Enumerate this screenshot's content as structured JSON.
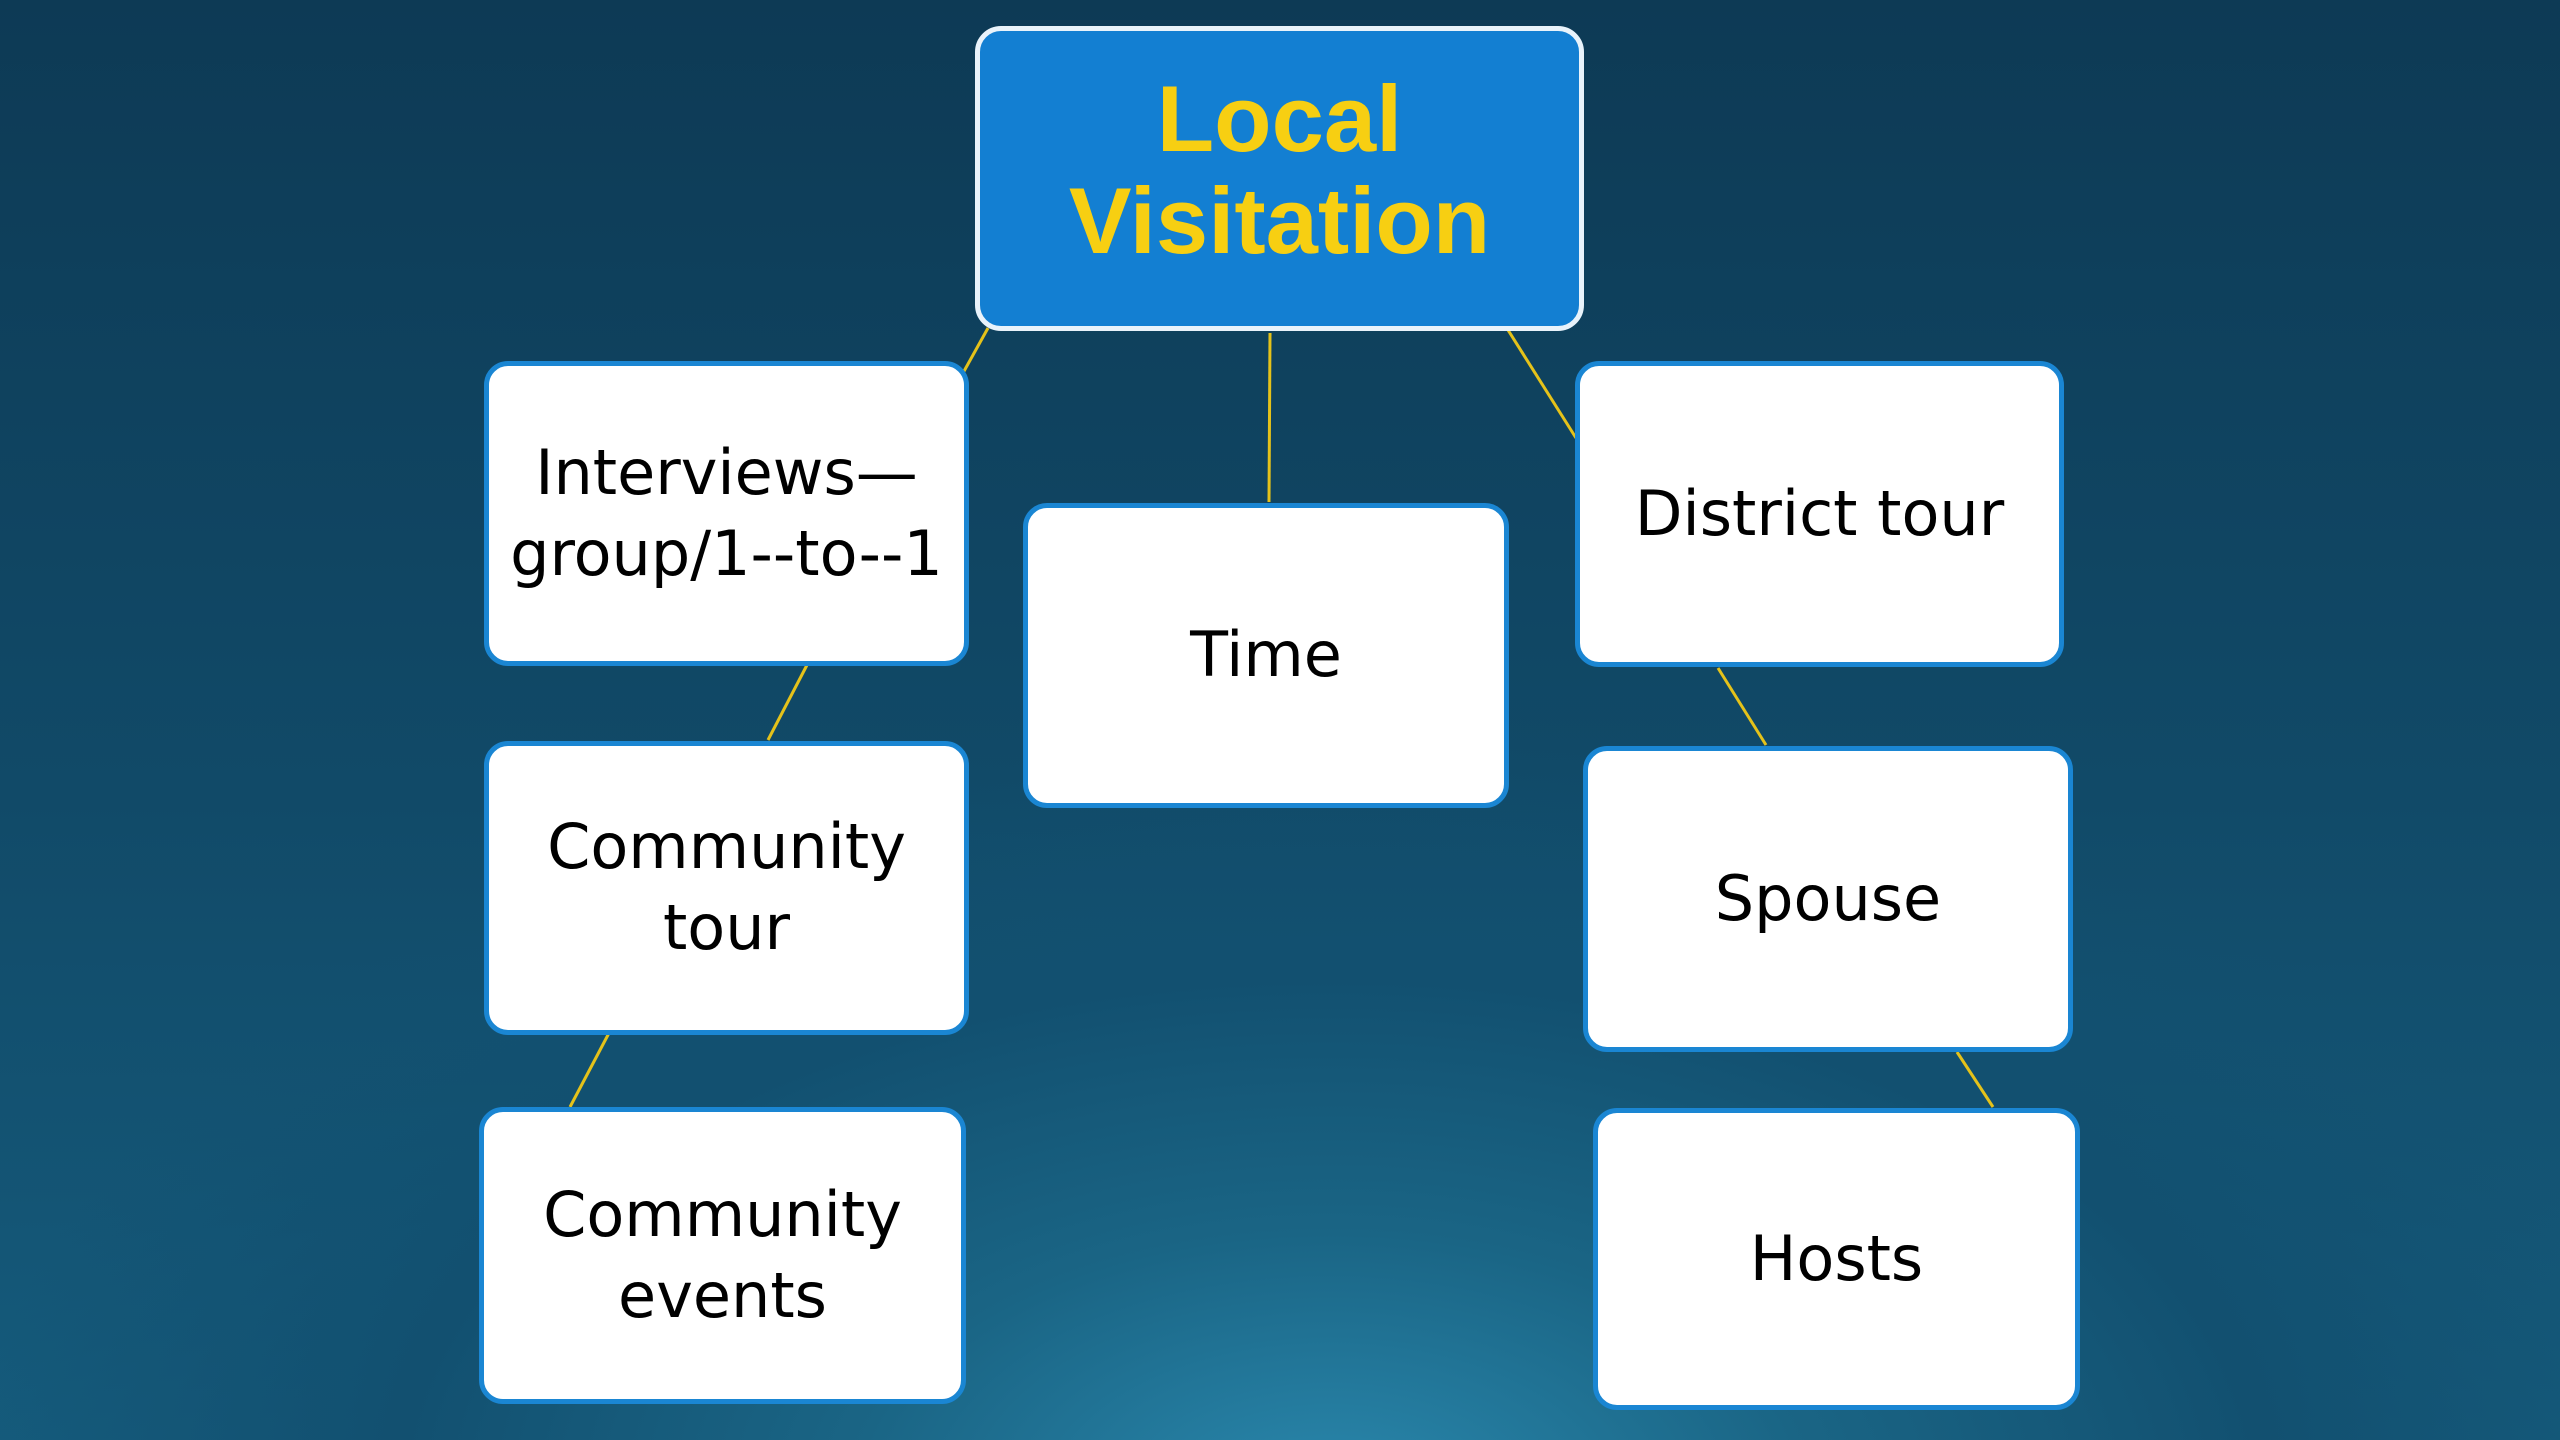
{
  "diagram": {
    "root": {
      "label": "Local\nVisitation"
    },
    "left_column": [
      {
        "label": "Interviews—\ngroup/1--to--1"
      },
      {
        "label": "Community\ntour"
      },
      {
        "label": "Community\nevents"
      }
    ],
    "center_column": [
      {
        "label": "Time"
      }
    ],
    "right_column": [
      {
        "label": "District tour"
      },
      {
        "label": "Spouse"
      },
      {
        "label": "Hosts"
      }
    ]
  },
  "colors": {
    "background": "#0f4563",
    "root_fill": "#137fd2",
    "root_text": "#f7cf12",
    "node_fill": "#ffffff",
    "node_border": "#1a86d3",
    "connector": "#e5c21a"
  }
}
